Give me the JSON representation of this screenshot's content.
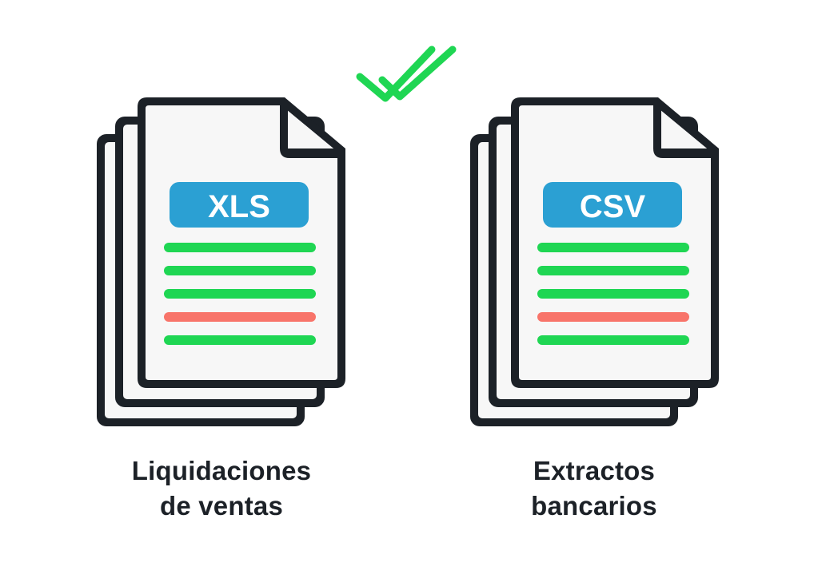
{
  "colors": {
    "outline": "#1c2127",
    "sheet": "#f7f7f7",
    "badge": "#2ba0d3",
    "row_ok": "#1fd653",
    "row_error": "#f8746a",
    "check": "#1fd653"
  },
  "icons": {
    "match": "double-check-icon",
    "file": "document-stack-icon"
  },
  "files": [
    {
      "badge": "XLS",
      "caption_lines": [
        "Liquidaciones",
        "de ventas"
      ],
      "rows": [
        "ok",
        "ok",
        "ok",
        "error",
        "ok"
      ]
    },
    {
      "badge": "CSV",
      "caption_lines": [
        "Extractos",
        "bancarios"
      ],
      "rows": [
        "ok",
        "ok",
        "ok",
        "error",
        "ok"
      ]
    }
  ]
}
